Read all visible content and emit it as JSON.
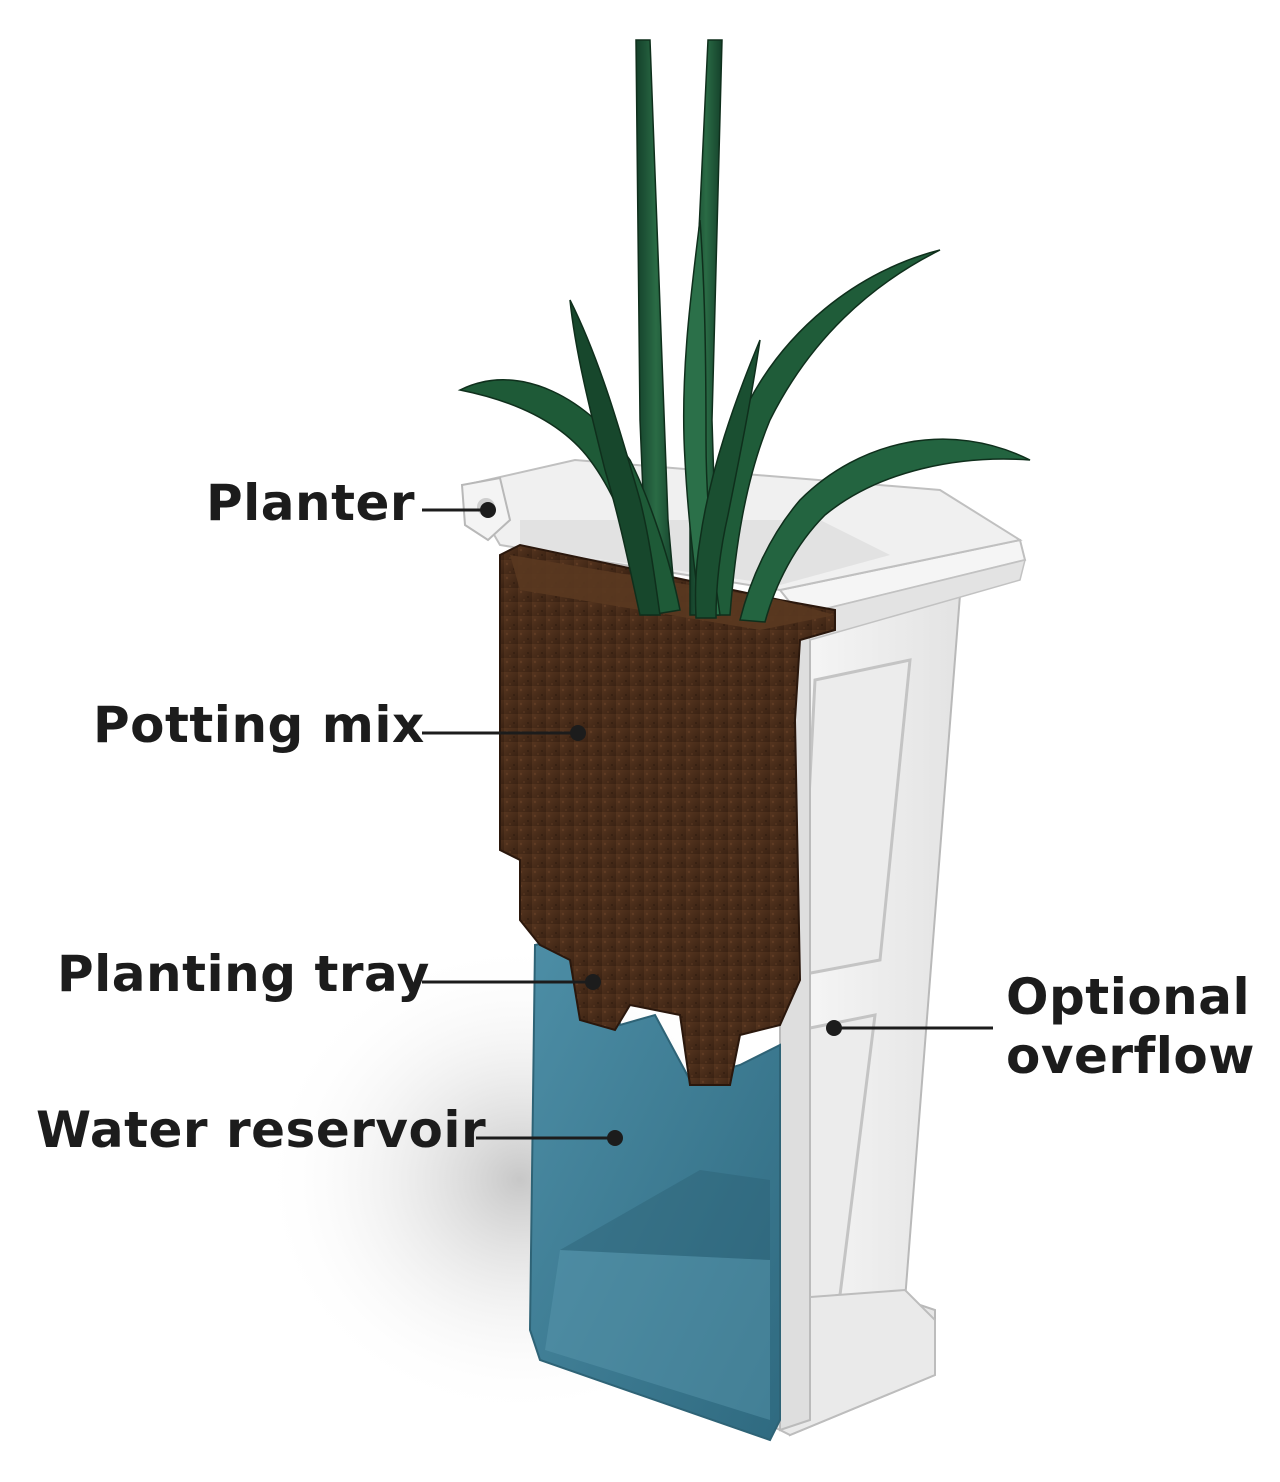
{
  "labels": {
    "planter": "Planter",
    "potting_mix": "Potting mix",
    "planting_tray": "Planting tray",
    "water_reservoir": "Water reservoir",
    "optional_overflow": "Optional\noverflow"
  },
  "colors": {
    "leaf": "#1f5c39",
    "leaf_dark": "#12361f",
    "soil": "#4a2d1a",
    "water": "#3f7d95",
    "planter_white": "#f3f3f3",
    "planter_shadow": "#cfcfcf",
    "label_text": "#1c1c1c",
    "leader_line": "#1c1c1c"
  }
}
